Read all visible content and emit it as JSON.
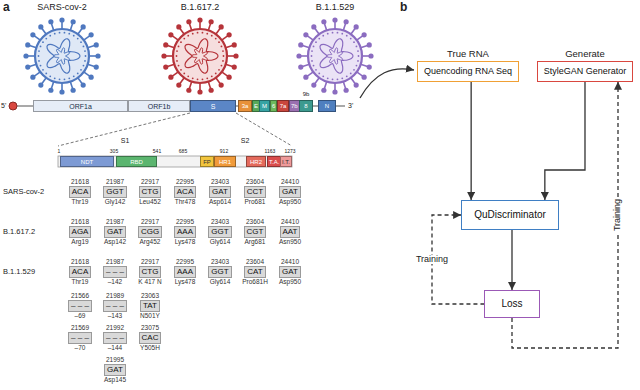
{
  "diagram": {
    "nodes": [
      {
        "text": [
          "ORF1a"
        ]
      },
      {
        "text": [
          "ORF1b"
        ]
      },
      {
        "text": [
          "S"
        ]
      },
      {
        "text": [
          "3a"
        ]
      },
      {
        "text": [
          "E"
        ]
      },
      {
        "text": [
          "M"
        ]
      },
      {
        "text": [
          "6"
        ]
      },
      {
        "text": [
          "7a"
        ]
      },
      {
        "text": [
          "7b"
        ]
      },
      {
        "text": [
          "8"
        ]
      },
      {
        "text": [
          "N"
        ]
      },
      {
        "text": [
          "NDT"
        ]
      },
      {
        "text": [
          "RBD"
        ]
      },
      {
        "text": [
          "FP"
        ]
      },
      {
        "text": [
          "HR1"
        ]
      },
      {
        "text": [
          "HR2"
        ]
      },
      {
        "text": [
          "T.A."
        ]
      },
      {
        "text": [
          "I.T."
        ]
      },
      {
        "text": [
          "21618",
          "ACA",
          "Thr19"
        ]
      },
      {
        "text": [
          "21987",
          "GGT",
          "Gly142"
        ]
      },
      {
        "text": [
          "22917",
          "CTG",
          "Leu452"
        ]
      },
      {
        "text": [
          "22995",
          "ACA",
          "Thr478"
        ]
      },
      {
        "text": [
          "23403",
          "GAT",
          "Asp614"
        ]
      },
      {
        "text": [
          "23604",
          "CCT",
          "Pro681"
        ]
      },
      {
        "text": [
          "24410",
          "GAT",
          "Asp950"
        ]
      },
      {
        "text": [
          "21618",
          "AGA",
          "Arg19"
        ]
      },
      {
        "text": [
          "21987",
          "GAT",
          "Asp142"
        ]
      },
      {
        "text": [
          "22917",
          "CGG",
          "Arg452"
        ]
      },
      {
        "text": [
          "22995",
          "AAA",
          "Lys478"
        ]
      },
      {
        "text": [
          "23403",
          "GGT",
          "Gly614"
        ]
      },
      {
        "text": [
          "23604",
          "CGT",
          "Arg681"
        ]
      },
      {
        "text": [
          "24410",
          "AAT",
          "Asn950"
        ]
      },
      {
        "text": [
          "21618",
          "ACA",
          "Thr19"
        ]
      },
      {
        "text": [
          "21987",
          "– – –",
          "–142"
        ]
      },
      {
        "text": [
          "22917",
          "CTG",
          "K 417 N"
        ]
      },
      {
        "text": [
          "22995",
          "AAA",
          "Lys478"
        ]
      },
      {
        "text": [
          "23403",
          "GGT",
          "Gly614"
        ]
      },
      {
        "text": [
          "23604",
          "CAT",
          "Pro681H"
        ]
      },
      {
        "text": [
          "24410",
          "GAT",
          "Asp950"
        ]
      },
      {
        "text": [
          "21566",
          "– – –",
          "–69"
        ]
      },
      {
        "text": [
          "21989",
          "– – –",
          "–143"
        ]
      },
      {
        "text": [
          "23063",
          "TAT",
          "N501Y"
        ]
      },
      {
        "text": [
          "21569",
          "– – –",
          "–70"
        ]
      },
      {
        "text": [
          "21992",
          "– – –",
          "–144"
        ]
      },
      {
        "text": [
          "23075",
          "CAC",
          "Y505H"
        ]
      },
      {
        "text": [
          "21995",
          "GAT",
          "Asp145"
        ]
      },
      {
        "text": [
          "True RNA",
          "Quencoding RNA Seq"
        ]
      },
      {
        "text": [
          "Generate",
          "StyleGAN Generator"
        ]
      },
      {
        "text": [
          "QuDiscriminator"
        ]
      },
      {
        "text": [
          "Loss"
        ]
      }
    ],
    "edges": [
      {
        "from": 46,
        "to": 48,
        "arrow": "to"
      },
      {
        "from": 47,
        "to": 48,
        "arrow": "to"
      },
      {
        "from": 48,
        "to": 49,
        "arrow": "to"
      },
      {
        "from": 49,
        "to": 48,
        "label": "Training",
        "arrow": "to"
      },
      {
        "from": 49,
        "to": 47,
        "label": "Training",
        "arrow": "to"
      }
    ],
    "labels": [
      "a",
      "SARS-cov-2",
      "B.1.617.2",
      "B.1.1.529",
      "5'",
      "3'",
      "9b",
      "S1",
      "S2",
      "1",
      "305",
      "541",
      "685",
      "912",
      "1163",
      "1273",
      "SARS-cov-2",
      "B.1.617.2",
      "B.1.1.529",
      "b"
    ]
  }
}
